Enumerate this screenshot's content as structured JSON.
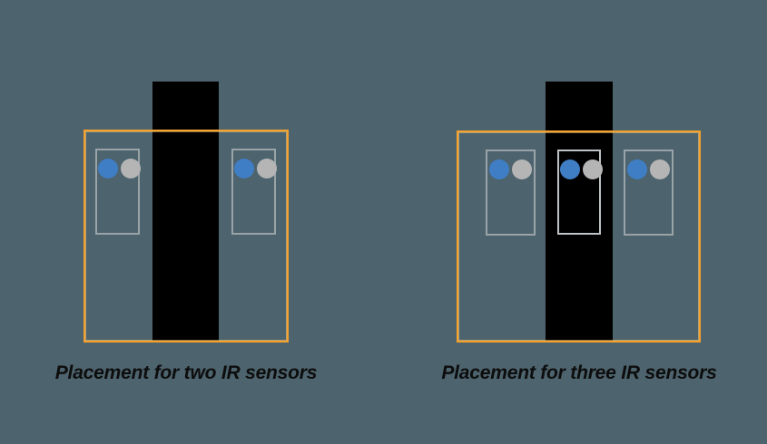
{
  "figure": {
    "background_color": "#4d636d",
    "accent_orange": "#f5a12c",
    "body_black": "#000000",
    "sensor_blue": "#3f7ec4",
    "sensor_gray": "#b5b5b5",
    "module_border_gray": "#9aa3a8",
    "module_border_light": "#bdc3c6",
    "caption_color": "#0d0d0d"
  },
  "diagrams": [
    {
      "id": "two-ir-sensors",
      "caption": "Placement for two IR sensors",
      "sensor_module_count": 2
    },
    {
      "id": "three-ir-sensors",
      "caption": "Placement for three IR sensors",
      "sensor_module_count": 3
    }
  ]
}
